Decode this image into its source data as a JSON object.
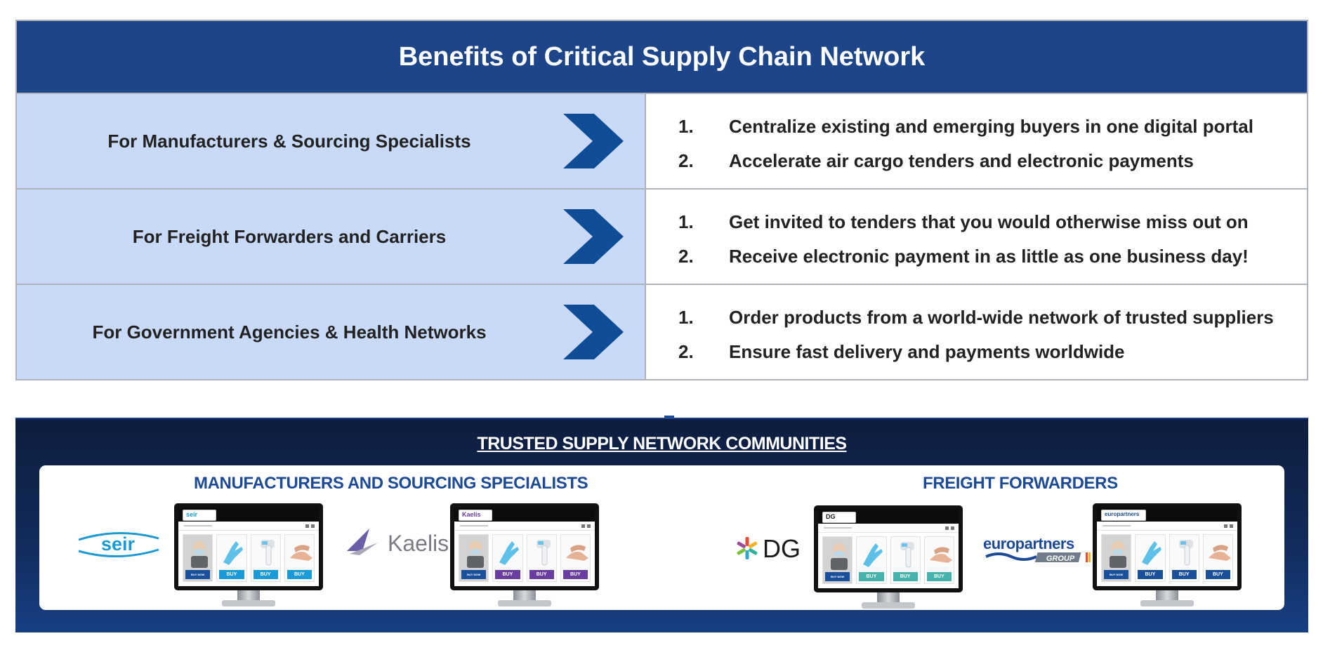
{
  "benefits": {
    "title": "Benefits of Critical Supply Chain Network",
    "rows": [
      {
        "label": "For Manufacturers & Sourcing Specialists",
        "points": [
          {
            "num": "1.",
            "text": "Centralize existing and emerging buyers in one digital portal"
          },
          {
            "num": "2.",
            "text": "Accelerate air cargo tenders and electronic payments"
          }
        ]
      },
      {
        "label": "For Freight Forwarders and Carriers",
        "points": [
          {
            "num": "1.",
            "text": "Get invited to tenders that you would otherwise miss out on"
          },
          {
            "num": "2.",
            "text": "Receive electronic payment in as little as one business day!"
          }
        ]
      },
      {
        "label": "For Government Agencies & Health Networks",
        "points": [
          {
            "num": "1.",
            "text": "Order products from a world-wide network of trusted suppliers"
          },
          {
            "num": "2.",
            "text": "Ensure fast delivery and payments worldwide"
          }
        ]
      }
    ]
  },
  "communities": {
    "title": "TRUSTED SUPPLY NETWORK COMMUNITIES",
    "groups": [
      {
        "title": "MANUFACTURERS AND SOURCING SPECIALISTS"
      },
      {
        "title": "FREIGHT FORWARDERS"
      }
    ],
    "logos": {
      "seir": "seir",
      "kaelis": "Kaelis",
      "dg": "DG",
      "europartners": "europartners",
      "europartners_sub": "GROUP"
    },
    "monitors": [
      {
        "brand": "seir",
        "accent": "#1a9ad9",
        "buy_label": "BUY",
        "first_button": "BUY NOW"
      },
      {
        "brand": "Kaelis",
        "accent": "#6a3da3",
        "buy_label": "BUY",
        "first_button": "BUY NOW"
      },
      {
        "brand": "DG",
        "accent": "#46b2ac",
        "buy_label": "BUY",
        "first_button": "BUY NOW"
      },
      {
        "brand": "europartners",
        "accent": "#1a4f9c",
        "buy_label": "BUY",
        "first_button": "BUY NOW"
      }
    ]
  },
  "colors": {
    "header_blue": "#1d4589",
    "row_light_blue": "#c9daf8",
    "chevron_blue": "#0f4d96",
    "group_title_blue": "#1c4a96"
  },
  "icons": [
    "chevron-right-icon",
    "mask-icon",
    "glove-icon",
    "thermometer-icon",
    "hand-sanitizer-icon"
  ]
}
